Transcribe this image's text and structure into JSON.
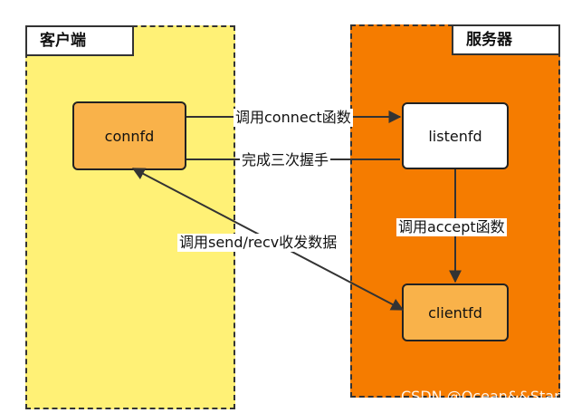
{
  "client": {
    "title": "客户端",
    "node": "connfd"
  },
  "server": {
    "title": "服务器",
    "nodes": {
      "listen": "listenfd",
      "client": "clientfd"
    }
  },
  "labels": {
    "connect": "调用connect函数",
    "handshake": "完成三次握手",
    "accept": "调用accept函数",
    "sendrecv": "调用send/recv收发数据"
  },
  "watermark": "CSDN @Ocean&&Star",
  "colors": {
    "client_bg": "#fff176",
    "server_bg": "#f57c00",
    "node_orange": "#f9b24a",
    "node_white": "#ffffff",
    "line": "#333333"
  }
}
